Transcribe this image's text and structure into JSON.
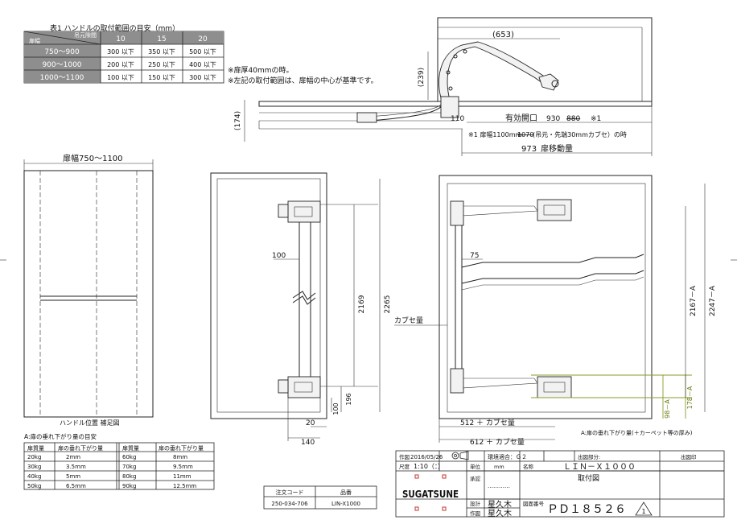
{
  "top_table": {
    "title": "表1 ハンドルの取付範囲の目安（mm）",
    "corner_top": "吊元隙間",
    "corner_bottom": "扉幅",
    "columns": [
      "10",
      "15",
      "20"
    ],
    "rows": [
      {
        "label": "750～900",
        "values": [
          "300 以下",
          "350 以下",
          "500 以下"
        ]
      },
      {
        "label": "900～1000",
        "values": [
          "200 以下",
          "250 以下",
          "400 以下"
        ]
      },
      {
        "label": "1000～1100",
        "values": [
          "100 以下",
          "150 以下",
          "300 以下"
        ]
      }
    ]
  },
  "notes": [
    "※扉厚40mmの時。",
    "※左記の取付範囲は、扉幅の中心が基準です。"
  ],
  "top_view": {
    "dim_653": "(653)",
    "dim_239": "(239)",
    "dim_174": "(174)",
    "dim_110": "110",
    "opening": "有効開口",
    "opening_930": "930",
    "opening_880": "880",
    "mark1": "※1",
    "note1_a": "※1 扉幅1100mm",
    "note1_strike": "1070",
    "note1_b": "(吊元・先端30mmカブセ）の時",
    "dim_973": "973",
    "travel": "扉移動量"
  },
  "left_view": {
    "width_label": "扉幅750～1100",
    "caption": "ハンドル位置 補足図",
    "table_title": "A:扉の垂れ下がり量の目安",
    "headers": [
      "扉質量",
      "扉の垂れ下がり量",
      "扉質量",
      "扉の垂れ下がり量"
    ],
    "rows": [
      [
        "20kg",
        "2mm",
        "60kg",
        "8mm"
      ],
      [
        "30kg",
        "3.5mm",
        "70kg",
        "9.5mm"
      ],
      [
        "40kg",
        "5mm",
        "80kg",
        "11mm"
      ],
      [
        "50kg",
        "6.5mm",
        "90kg",
        "12.5mm"
      ]
    ]
  },
  "middle_view": {
    "dim_100": "100",
    "dim_2169": "2169",
    "dim_2265": "2265",
    "dim_196": "196",
    "dim_100b": "100",
    "dim_20": "20",
    "dim_140": "140"
  },
  "right_view": {
    "dim_75": "75",
    "kabuse": "カブセ量",
    "dim_2167": "2167－A",
    "dim_2247": "2247－A",
    "dim_98": "98－A",
    "dim_178": "178－A",
    "dim_512": "512 ＋ カブセ量",
    "dim_612": "612 ＋ カブセ量",
    "note": "A:扉の垂れ下がり量(＋カーペット等の厚み)"
  },
  "order": {
    "h1": "注文コード",
    "h2": "品番",
    "code": "250-034-706",
    "model": "LIN-X1000"
  },
  "title_block": {
    "date_label": "作図",
    "date": "2016/05/26",
    "env_label": "環境適合：Ｇ２",
    "dept_label": "出図部分:",
    "stamp_label": "出図印",
    "scale_label": "尺度",
    "scale": "1:10（：）",
    "unit_label": "単位",
    "unit": "mm",
    "name_label": "名称",
    "name": "ＬＩＮ－Ｘ１０００",
    "subname": "取付図",
    "approve_label": "承認",
    "dots": "…………",
    "design_label": "設計",
    "drawn_label": "作図",
    "designer": "星久木",
    "drafter": "星久木",
    "no_label": "図面番号",
    "number": "ＰＤ１８５２６",
    "revision": "1",
    "logo": "SUGATSUNE"
  }
}
